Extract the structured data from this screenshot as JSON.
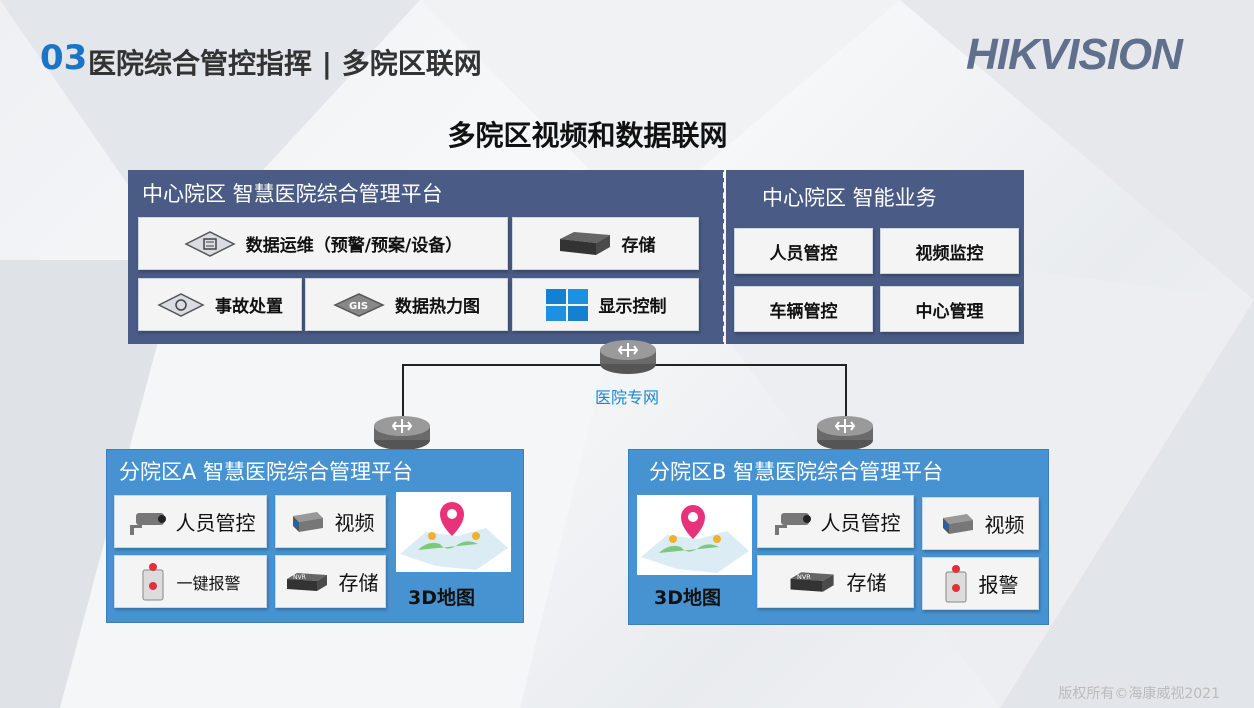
{
  "header": {
    "number": "03",
    "title": "医院综合管控指挥 | 多院区联网",
    "logo": "HIKVISION"
  },
  "main_title": "多院区视频和数据联网",
  "center_platform": {
    "title": "中心院区 智慧医院综合管理平台",
    "items": [
      {
        "label": "数据运维（预警/预案/设备）",
        "icon": "gear-chip-icon"
      },
      {
        "label": "存储",
        "icon": "storage-server-icon"
      },
      {
        "label": "事故处置",
        "icon": "alarm-chip-icon"
      },
      {
        "label": "数据热力图",
        "icon": "gis-chip-icon"
      },
      {
        "label": "显示控制",
        "icon": "video-wall-icon"
      }
    ]
  },
  "center_business": {
    "title": "中心院区 智能业务",
    "items": [
      {
        "label": "人员管控"
      },
      {
        "label": "视频监控"
      },
      {
        "label": "车辆管控"
      },
      {
        "label": "中心管理"
      }
    ]
  },
  "network": {
    "label": "医院专网"
  },
  "branch_a": {
    "title": "分院区A  智慧医院综合管理平台",
    "items": [
      {
        "label": "人员管控",
        "icon": "bullet-camera-icon"
      },
      {
        "label": "视频",
        "icon": "box-camera-icon"
      },
      {
        "label": "一键报警",
        "icon": "alarm-box-icon"
      },
      {
        "label": "存储",
        "icon": "nvr-icon"
      }
    ],
    "map_label": "3D地图"
  },
  "branch_b": {
    "title": "分院区B   智慧医院综合管理平台",
    "items": [
      {
        "label": "人员管控",
        "icon": "bullet-camera-icon"
      },
      {
        "label": "视频",
        "icon": "box-camera-icon"
      },
      {
        "label": "存储",
        "icon": "nvr-icon"
      },
      {
        "label": "报警",
        "icon": "alarm-box-icon"
      }
    ],
    "map_label": "3D地图"
  },
  "copyright": "版权所有©海康威视2021",
  "colors": {
    "accent": "#1a74c8",
    "platform": "#4a5b86",
    "branch": "#4793d2",
    "network_label": "#1c86cc"
  }
}
